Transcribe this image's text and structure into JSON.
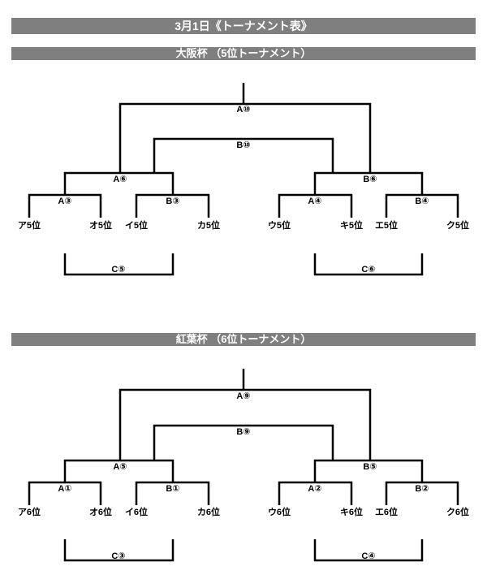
{
  "header": {
    "title": "3月1日《トーナメント表》"
  },
  "sections": [
    {
      "title": "大阪杯 （5位トーナメント）",
      "final": "A⑩",
      "third": "B⑩",
      "semis": [
        "A⑥",
        "B⑥"
      ],
      "quarters": [
        "A③",
        "B③",
        "A④",
        "B④"
      ],
      "teams": [
        "ア5位",
        "オ5位",
        "イ5位",
        "カ5位",
        "ウ5位",
        "キ5位",
        "エ5位",
        "ク5位"
      ],
      "consolation": [
        "C⑤",
        "C⑥"
      ]
    },
    {
      "title": "紅葉杯 （6位トーナメント）",
      "final": "A⑨",
      "third": "B⑨",
      "semis": [
        "A⑤",
        "B⑤"
      ],
      "quarters": [
        "A①",
        "B①",
        "A②",
        "B②"
      ],
      "teams": [
        "ア6位",
        "オ6位",
        "イ6位",
        "カ6位",
        "ウ6位",
        "キ6位",
        "エ6位",
        "ク6位"
      ],
      "consolation": [
        "C③",
        "C④"
      ]
    }
  ]
}
